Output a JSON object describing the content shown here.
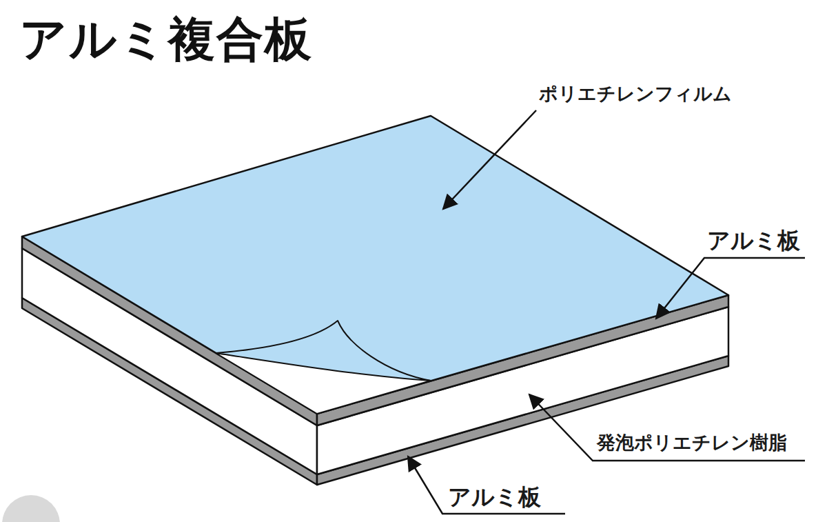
{
  "diagram": {
    "title": "アルミ複合板",
    "labels": [
      "ポリエチレンフィルム",
      "アルミ板",
      "発泡ポリエチレン樹脂",
      "アルミ板"
    ]
  }
}
